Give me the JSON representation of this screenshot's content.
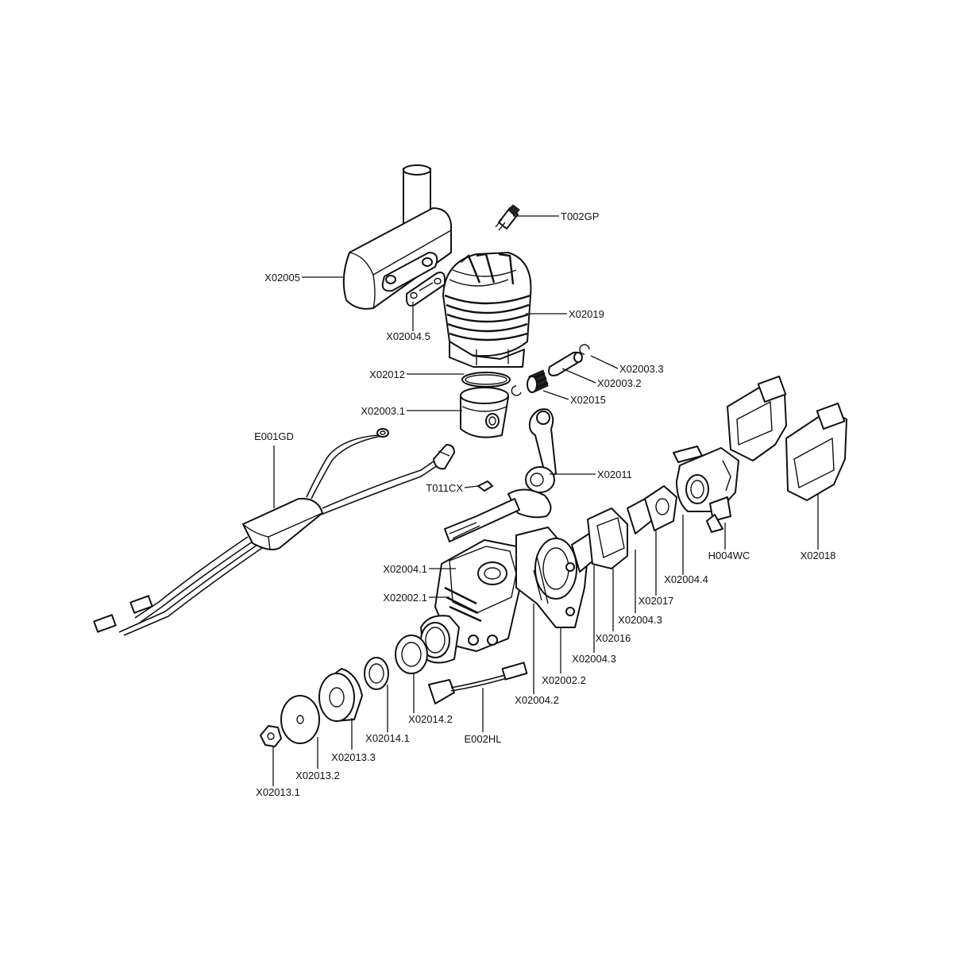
{
  "parts": {
    "muffler": "X02005",
    "muffler_gasket": "X02004.5",
    "spark_plug": "T002GP",
    "cylinder": "X02019",
    "piston_ring": "X02012",
    "piston": "X02003.1",
    "piston_pin_clip": "X02003.3",
    "piston_pin": "X02003.2",
    "needle_bearing": "X02015",
    "ignition_module": "E001GD",
    "woodruff_key": "T011CX",
    "connecting_rod_crankshaft": "X02011",
    "crankcase_gasket": "X02004.1",
    "crankcase_front": "X02002.1",
    "intake_gasket_4": "X02004.4",
    "carburetor_spacer": "X02017",
    "intake_gasket_3a": "X02004.3",
    "intake_manifold": "X02016",
    "intake_gasket_3b": "X02004.3",
    "crankcase_rear": "X02002.2",
    "rear_gasket": "X02004.2",
    "carburetor": "H004WC",
    "engine_mount": "X02018",
    "front_bearing": "X02014.2",
    "rear_bearing": "X02014.1",
    "prop_hub": "X02013.3",
    "prop_washer": "X02013.2",
    "prop_nut": "X02013.1",
    "hall_sensor": "E002HL"
  }
}
